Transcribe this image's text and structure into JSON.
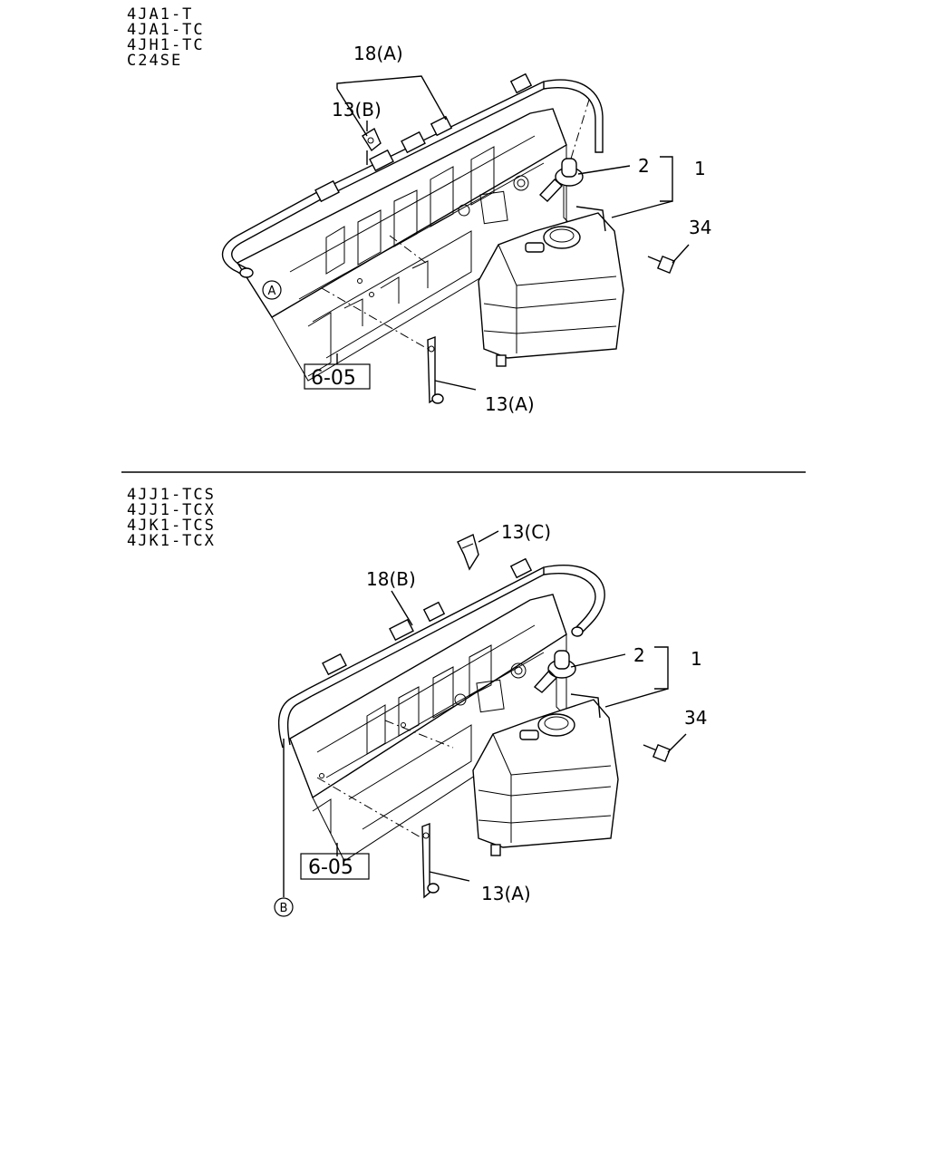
{
  "top_section": {
    "models": [
      "4JA1-T",
      "4JA1-TC",
      "4JH1-TC",
      "C24SE"
    ],
    "callouts": {
      "hose": "18(A)",
      "clip_b": "13(B)",
      "cap": "2",
      "tank": "1",
      "bolt": "34",
      "bracket": "13(A)",
      "ref": "6-05",
      "marker": "A"
    }
  },
  "bottom_section": {
    "models": [
      "4JJ1-TCS",
      "4JJ1-TCX",
      "4JK1-TCS",
      "4JK1-TCX"
    ],
    "callouts": {
      "clip_c": "13(C)",
      "hose": "18(B)",
      "cap": "2",
      "tank": "1",
      "bolt": "34",
      "bracket": "13(A)",
      "ref": "6-05",
      "marker": "B"
    }
  }
}
